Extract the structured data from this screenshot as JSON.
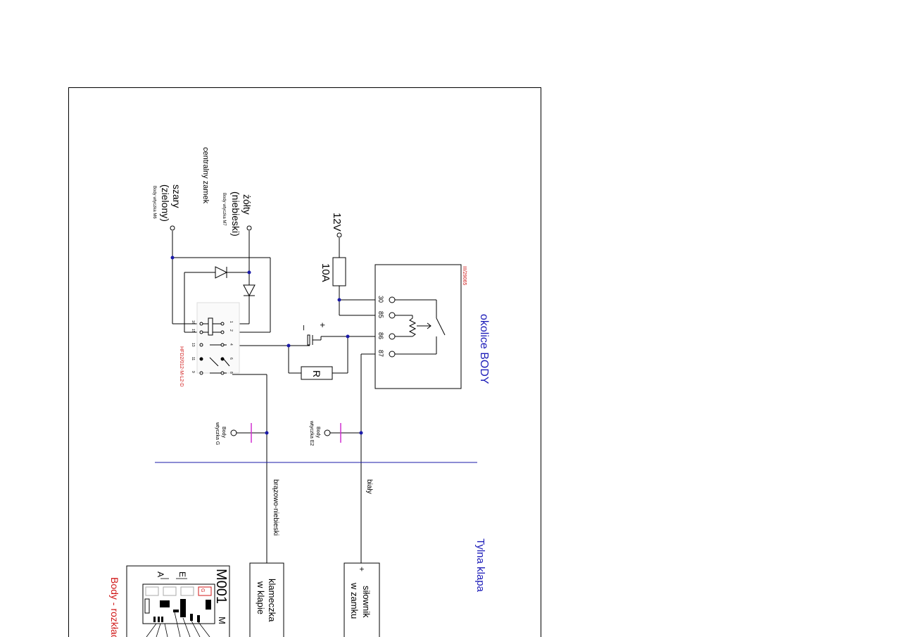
{
  "labels": {
    "centralny_zamek": "centralny zamek",
    "zolty": "żółty",
    "niebieski": "(niebieski)",
    "body_wtyczka_m7": "Body wtyczka M7",
    "szary": "szary",
    "zielony": "(zielony)",
    "body_wtyczka_m6": "Body wtyczka M6",
    "v12": "12V",
    "fuse": "10A",
    "relay_code": "HFD2/012-M-L2-D",
    "relay_part": "III/29065",
    "pin30": "30",
    "pin85": "85",
    "pin86": "86",
    "pin87": "87",
    "resistor": "R",
    "plus": "+",
    "minus": "–",
    "okolice_body": "okolice BODY",
    "body_wtyczka_g_1": "Body",
    "body_wtyczka_g_2": "wtyczka G",
    "body_wtyczka_e2_1": "Body",
    "body_wtyczka_e2_2": "wtyczka E2",
    "brazowo": "brązowo-niebieski",
    "bialy": "biały",
    "tylna_klapa": "Tylna klapa",
    "klameczka_1": "klameczka",
    "klameczka_2": "w klapie",
    "silownik_1": "siłownik",
    "silownik_2": "w zamku",
    "silownik_plus": "+",
    "m001": "M001",
    "m_letter": "M",
    "e_letter": "E",
    "a_letter": "A",
    "g_letter": "G",
    "body_rozklad": "Body - rozkład",
    "relay_pins_top": [
      "1",
      "2",
      "4",
      "6",
      "8"
    ],
    "relay_pins_bottom": [
      "16",
      "15",
      "13",
      "11",
      "9"
    ]
  },
  "colors": {
    "wire": "#000000",
    "junction": "#1a1aa8",
    "section_text": "#1a1ab8",
    "red_text": "#d01818",
    "connector_mark": "#d030d0"
  }
}
